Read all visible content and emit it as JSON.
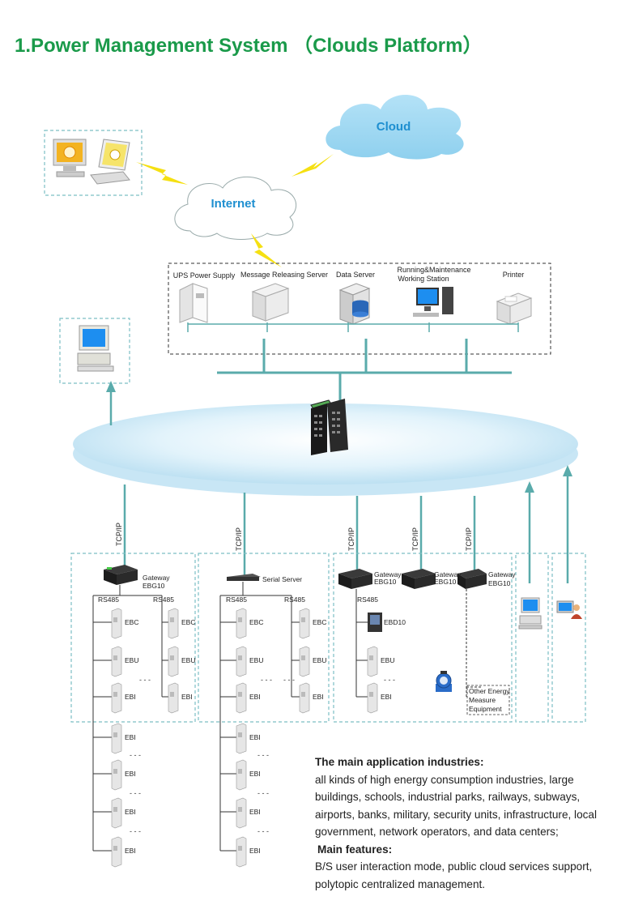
{
  "title": "1.Power Management System （Clouds Platform）",
  "cloud": "Cloud",
  "internet": "Internet",
  "servers": [
    {
      "label": "UPS Power Supply",
      "icon": "ups-icon"
    },
    {
      "label": "Message Releasing Server",
      "icon": "server-icon"
    },
    {
      "label": "Data Server",
      "icon": "database-server-icon"
    },
    {
      "label": "Running&Maintenance",
      "label2": "Working Station",
      "icon": "workstation-icon"
    },
    {
      "label": "Printer",
      "icon": "printer-icon"
    }
  ],
  "protocol": "TCP/IP",
  "groups": {
    "g1": {
      "device": "Gateway",
      "model": "EBG10",
      "bus_left": "RS485",
      "bus_right": "RS485"
    },
    "g2": {
      "device": "Serial Server",
      "bus_left": "RS485",
      "bus_right": "RS485"
    },
    "g3": {
      "gateways": [
        {
          "device": "Gateway",
          "model": "EBG10"
        },
        {
          "device": "Gateway",
          "model": "EBG10"
        },
        {
          "device": "Gateway",
          "model": "EBG10"
        }
      ],
      "bus": "RS485",
      "ebd": "EBD10",
      "other": [
        "Other Energy",
        "Measure",
        "Equipment"
      ]
    }
  },
  "meters": {
    "ebc": "EBC",
    "ebu": "EBU",
    "ebi": "EBI",
    "dash": "- - -"
  },
  "desc": {
    "industries_heading": "The main application industries:",
    "industries_text": "all kinds of high energy consumption industries, large buildings, schools, industrial parks, railways, subways, airports, banks, military, security units, infrastructure, local government, network operators, and data centers;",
    "features_heading": "Main features:",
    "features_text": "B/S user interaction mode, public cloud services support, polytopic centralized management."
  },
  "colors": {
    "title": "#1a9a4a",
    "cloud_text": "#1e8fd0",
    "line": "#5aabab",
    "dash_box": "#7cbfc4",
    "bolt": "#f5e012",
    "ring": "#c8e6f5"
  }
}
